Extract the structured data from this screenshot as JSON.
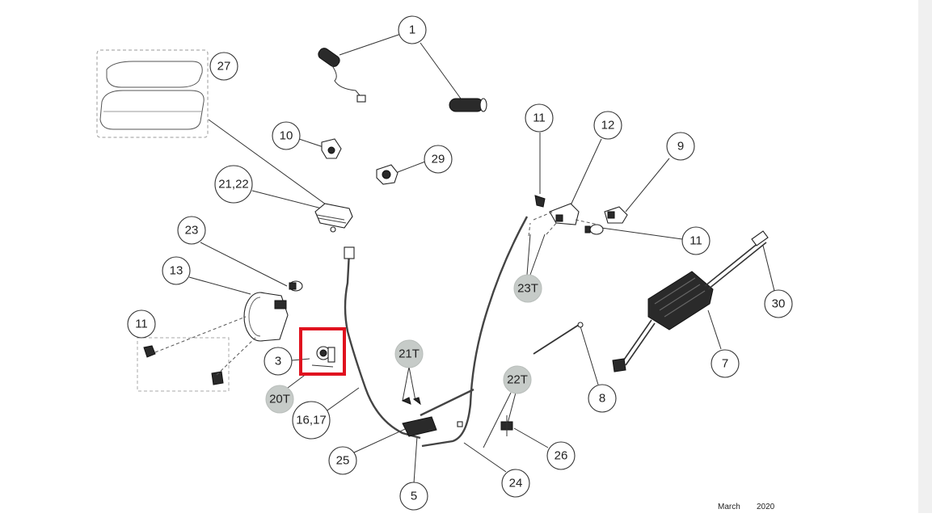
{
  "callouts": [
    "1",
    "27",
    "10",
    "29",
    "21,22",
    "23",
    "13",
    "11",
    "3",
    "20T",
    "16,17",
    "25",
    "5",
    "21T",
    "24",
    "22T",
    "26",
    "8",
    "11",
    "12",
    "9",
    "11",
    "23T",
    "30",
    "7"
  ],
  "footer": {
    "month": "March",
    "year": "2020"
  },
  "highlight_color": "#e0121f",
  "shaded_callout_color": "#c6cbc8"
}
